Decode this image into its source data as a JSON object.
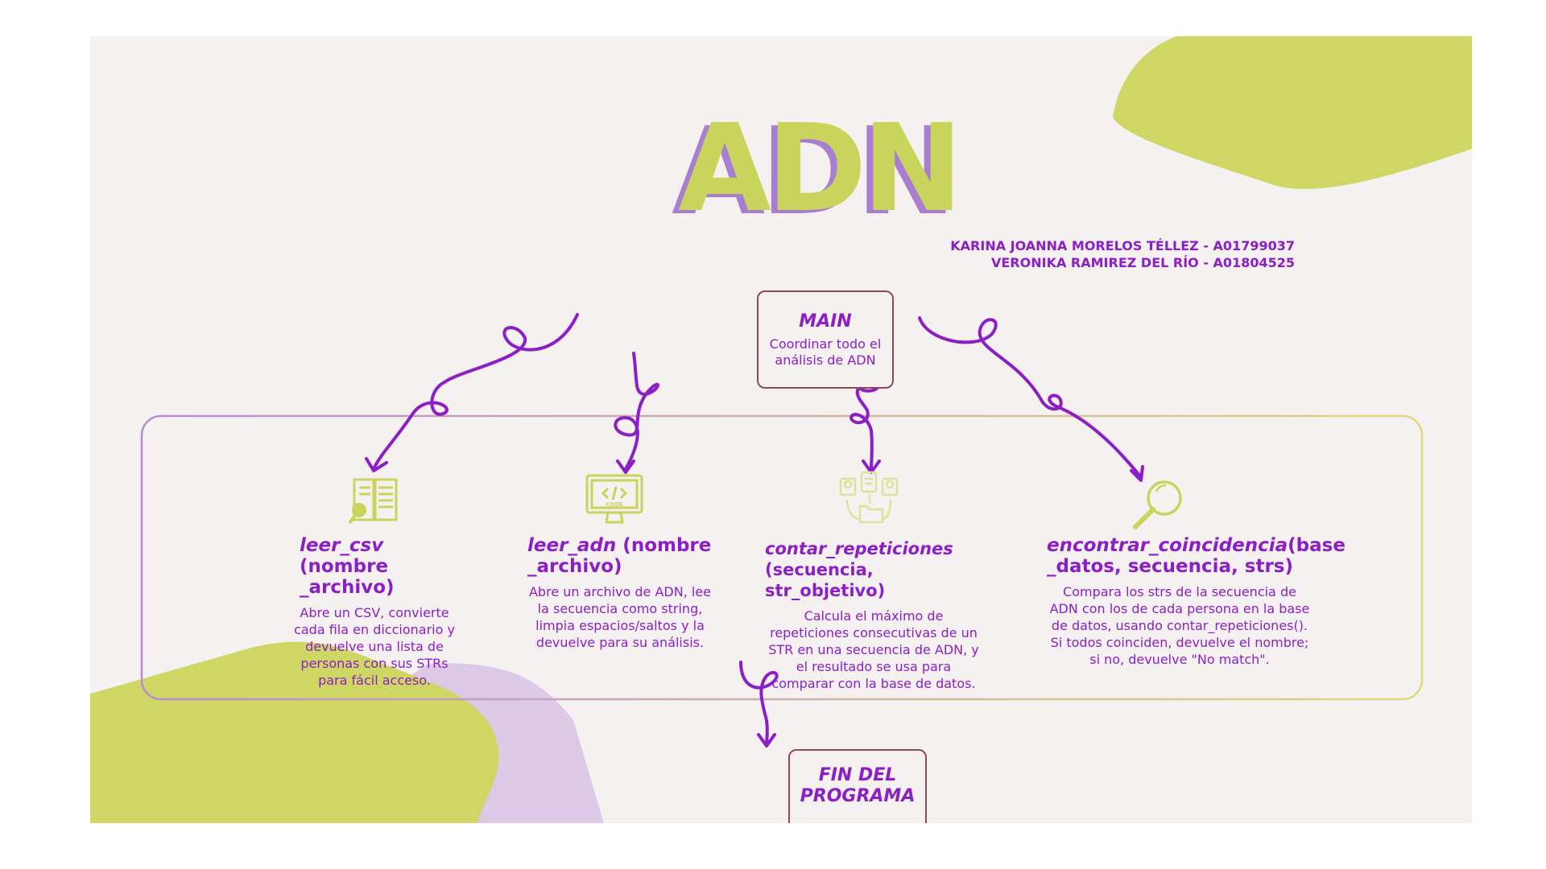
{
  "title": "ADN",
  "authors": [
    "KARINA JOANNA MORELOS TÉLLEZ - A01799037",
    "VERONIKA RAMIREZ DEL RÍO - A01804525"
  ],
  "main": {
    "title": "MAIN",
    "description": "Coordinar todo el análisis de ADN"
  },
  "functions": [
    {
      "name": "leer_csv",
      "params": " (nombre _archivo)",
      "description": "Abre un CSV, convierte cada fila en diccionario y devuelve una lista de personas con sus STRs para fácil acceso.",
      "icon": "book-magnifier-icon"
    },
    {
      "name": "leer_adn",
      "params": " (nombre _archivo)",
      "description": "Abre un archivo de ADN, lee la secuencia como string, limpia espacios/saltos y la devuelve para su análisis.",
      "icon": "code-monitor-icon"
    },
    {
      "name": "contar_repeticiones",
      "params": "(secuencia, str_objetivo)",
      "description": "Calcula el máximo de repeticiones consecutivas de un STR en una secuencia de ADN, y el resultado se usa para comparar con la base de datos.",
      "icon": "folder-people-icon"
    },
    {
      "name": "encontrar_coincidencia",
      "params": "(base _datos, secuencia, strs)",
      "description": "Compara los strs de la secuencia de ADN con los de cada persona en la base de datos, usando contar_repeticiones(). Si todos coinciden, devuelve el nombre; si no, devuelve \"No match\".",
      "icon": "magnifier-icon"
    }
  ],
  "end": {
    "title": "FIN DEL PROGRAMA"
  },
  "colors": {
    "purple": "#8c1ec5",
    "lime": "#c9d45c",
    "lavender": "#a97dcf",
    "box_border": "#8c4a5c",
    "background": "#f5f1f1"
  }
}
